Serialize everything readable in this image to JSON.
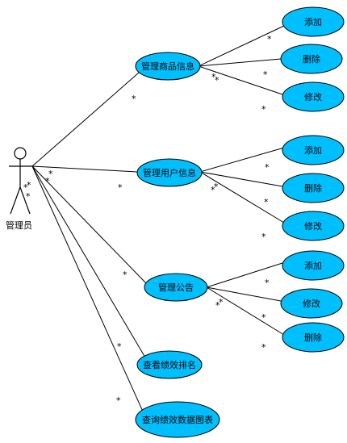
{
  "actor": {
    "label": "管理员"
  },
  "use_cases": {
    "manage_goods": "管理商品信息",
    "manage_users": "管理用户信息",
    "manage_notice": "管理公告",
    "view_ranking": "查看绩效排名",
    "query_chart": "查询绩效数据图表",
    "goods_add": "添加",
    "goods_delete": "删除",
    "goods_edit": "修改",
    "users_add": "添加",
    "users_delete": "删除",
    "users_edit": "修改",
    "notice_add": "添加",
    "notice_edit": "修改",
    "notice_delete": "删除"
  },
  "multiplicity": "*",
  "colors": {
    "use_case_fill": "#00BFFF",
    "stroke": "#000000"
  }
}
